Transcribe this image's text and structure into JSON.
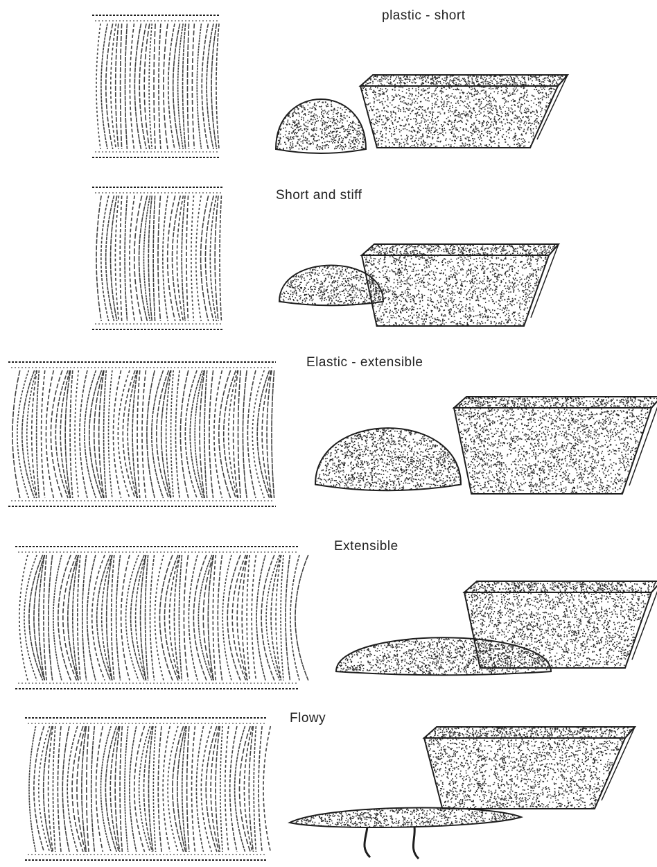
{
  "figure": {
    "panels": [
      {
        "id": "plastic-short",
        "label": "plastic - short"
      },
      {
        "id": "short-and-stiff",
        "label": "Short and stiff"
      },
      {
        "id": "elastic-extensible",
        "label": "Elastic - extensible"
      },
      {
        "id": "extensible",
        "label": "Extensible"
      },
      {
        "id": "flowy",
        "label": "Flowy"
      }
    ],
    "colors": {
      "ink": "#1e1e1e",
      "paper": "#ffffff",
      "stipple": "#2a2a2a"
    }
  }
}
